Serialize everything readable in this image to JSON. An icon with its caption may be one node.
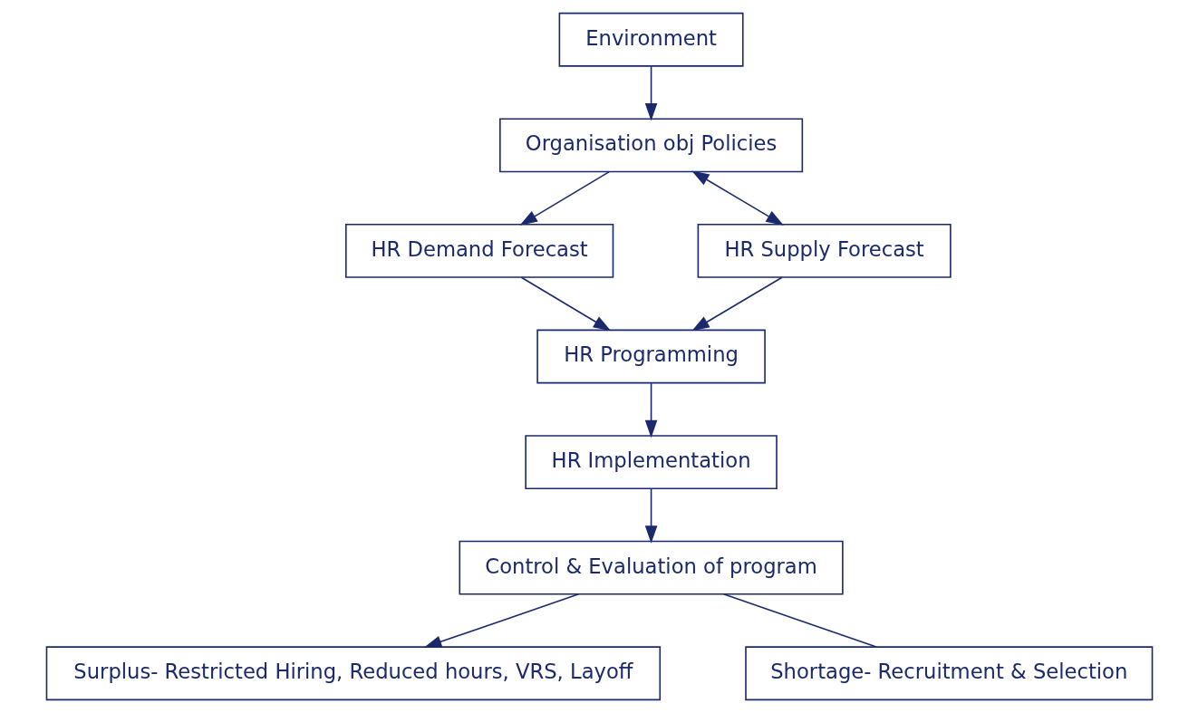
{
  "diagram": {
    "nodes": [
      {
        "text": [
          "Environment"
        ]
      },
      {
        "text": [
          "Organisation obj Policies"
        ]
      },
      {
        "text": [
          "HR Demand Forecast"
        ]
      },
      {
        "text": [
          "HR Supply Forecast"
        ]
      },
      {
        "text": [
          "HR Programming"
        ]
      },
      {
        "text": [
          "HR Implementation"
        ]
      },
      {
        "text": [
          "Control & Evaluation of program"
        ]
      },
      {
        "text": [
          "Surplus- Restricted Hiring, Reduced hours, VRS, Layoff"
        ]
      },
      {
        "text": [
          "Shortage- Recruitment & Selection"
        ]
      }
    ],
    "edges": [
      {
        "from": 0,
        "to": 1,
        "arrow": "to"
      },
      {
        "from": 1,
        "to": 2,
        "arrow": "to"
      },
      {
        "from": 1,
        "to": 3,
        "arrow": "both"
      },
      {
        "from": 2,
        "to": 4,
        "arrow": "to"
      },
      {
        "from": 3,
        "to": 4,
        "arrow": "to"
      },
      {
        "from": 4,
        "to": 5,
        "arrow": "to"
      },
      {
        "from": 5,
        "to": 6,
        "arrow": "to"
      },
      {
        "from": 6,
        "to": 7,
        "arrow": "to"
      },
      {
        "from": 6,
        "to": 8,
        "arrow": "none"
      }
    ]
  }
}
